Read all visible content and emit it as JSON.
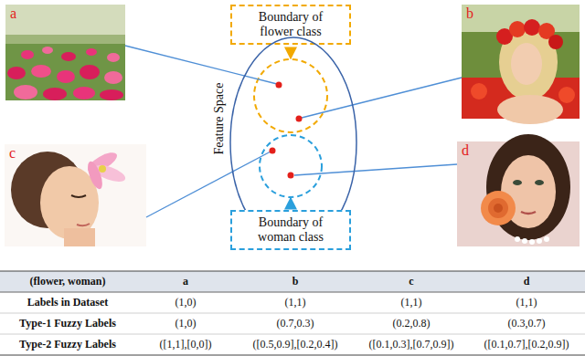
{
  "diagram": {
    "nodes": [
      {
        "text": [
          "a"
        ]
      },
      {
        "text": [
          "Boundary of flower class"
        ]
      },
      {
        "text": [
          "b"
        ]
      },
      {
        "text": [
          "Feature Space"
        ]
      },
      {
        "text": [
          "c"
        ]
      },
      {
        "text": [
          "d"
        ]
      },
      {
        "text": [
          "Boundary of woman class"
        ]
      }
    ],
    "labels": [
      "(flower, woman)",
      "a",
      "b",
      "c",
      "d",
      "Labels in Dataset",
      "(1,0)",
      "(1,1)",
      "(1,1)",
      "(1,1)",
      "Type-1 Fuzzy Labels",
      "(1,0)",
      "(0.7,0.3)",
      "(0.2,0.8)",
      "(0.3,0.7)",
      "Type-2 Fuzzy Labels",
      "([1,1],[0,0])",
      "([0.5,0.9],[0.2,0.4])",
      "([0.1,0.3],[0.7,0.9])",
      "([0.1,0.7],[0.2,0.9])"
    ]
  }
}
